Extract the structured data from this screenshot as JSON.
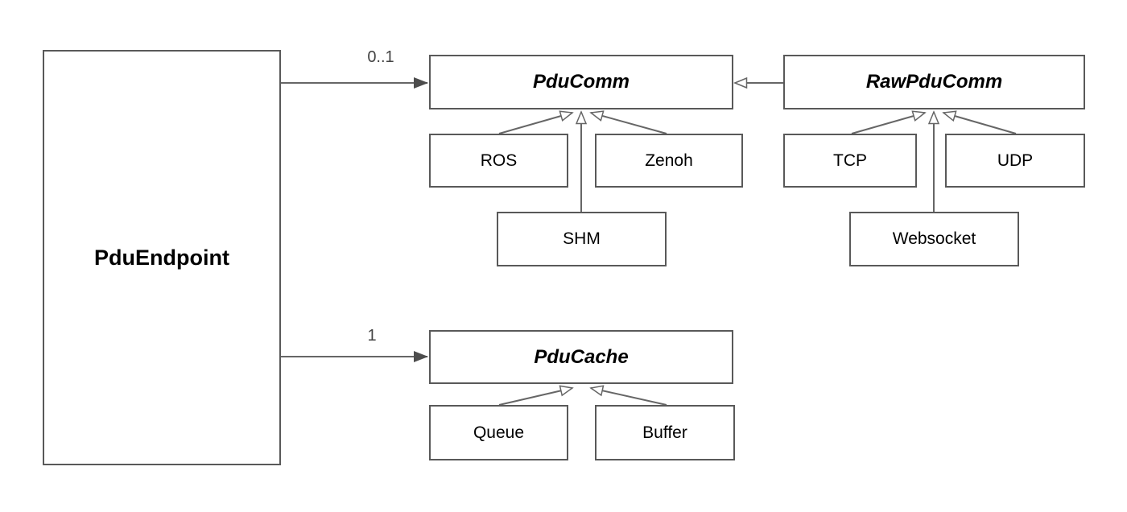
{
  "nodes": {
    "pduendpoint": {
      "label": "PduEndpoint"
    },
    "pducomm": {
      "label": "PduComm"
    },
    "rawpducomm": {
      "label": "RawPduComm"
    },
    "ros": {
      "label": "ROS"
    },
    "zenoh": {
      "label": "Zenoh"
    },
    "shm": {
      "label": "SHM"
    },
    "tcp": {
      "label": "TCP"
    },
    "udp": {
      "label": "UDP"
    },
    "websocket": {
      "label": "Websocket"
    },
    "pducache": {
      "label": "PduCache"
    },
    "queue": {
      "label": "Queue"
    },
    "buffer": {
      "label": "Buffer"
    }
  },
  "edges": {
    "endpoint_to_pducomm": {
      "from": "PduEndpoint",
      "to": "PduComm",
      "label": "0..1",
      "type": "association-filled-arrow"
    },
    "endpoint_to_pducache": {
      "from": "PduEndpoint",
      "to": "PduCache",
      "label": "1",
      "type": "association-filled-arrow"
    },
    "rawpducomm_to_pducomm": {
      "from": "RawPduComm",
      "to": "PduComm",
      "type": "generalization-hollow-arrow"
    },
    "ros_to_pducomm": {
      "from": "ROS",
      "to": "PduComm",
      "type": "generalization-hollow-arrow"
    },
    "shm_to_pducomm": {
      "from": "SHM",
      "to": "PduComm",
      "type": "generalization-hollow-arrow"
    },
    "zenoh_to_pducomm": {
      "from": "Zenoh",
      "to": "PduComm",
      "type": "generalization-hollow-arrow"
    },
    "tcp_to_rawpducomm": {
      "from": "TCP",
      "to": "RawPduComm",
      "type": "generalization-hollow-arrow"
    },
    "websocket_to_rawpducomm": {
      "from": "Websocket",
      "to": "RawPduComm",
      "type": "generalization-hollow-arrow"
    },
    "udp_to_rawpducomm": {
      "from": "UDP",
      "to": "RawPduComm",
      "type": "generalization-hollow-arrow"
    },
    "queue_to_pducache": {
      "from": "Queue",
      "to": "PduCache",
      "type": "generalization-hollow-arrow"
    },
    "buffer_to_pducache": {
      "from": "Buffer",
      "to": "PduCache",
      "type": "generalization-hollow-arrow"
    }
  },
  "colors": {
    "background": "#ffffff",
    "box_border": "#595959",
    "connector_line": "#666666",
    "filled_arrowhead": "#4d4d4d",
    "box_text": "#000000",
    "multiplicity_text": "#434343"
  }
}
